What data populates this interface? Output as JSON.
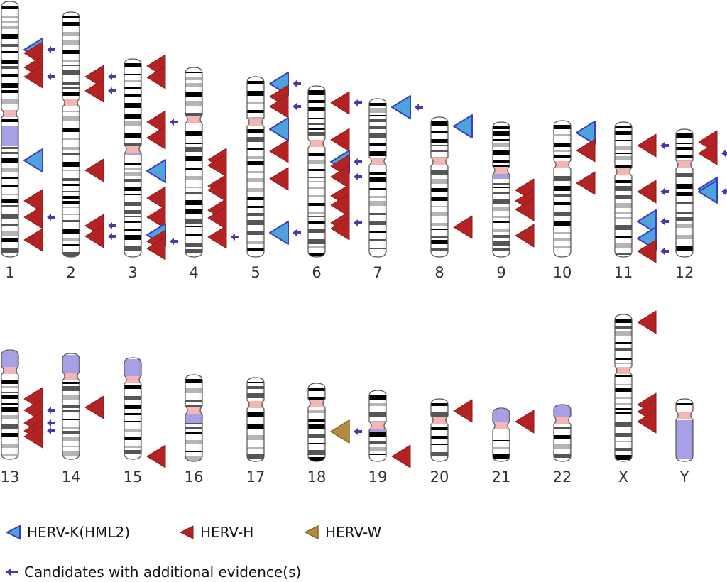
{
  "colors": {
    "herv_k": "#4fa3dd",
    "herv_k_border": "#3a3ec0",
    "herv_h": "#b42323",
    "herv_w": "#b38a3e",
    "evidence_arrow": "#4a3aa8",
    "centromere": "#f4b5b5",
    "heterochromatin": "#a7a0e6",
    "band_dark": "#000000",
    "band_gray": "#8a8a8a"
  },
  "legend": {
    "herv_k": {
      "label": "HERV-K(HML2)",
      "icon": "blue-left-triangle"
    },
    "herv_h": {
      "label": "HERV-H",
      "icon": "red-left-triangle"
    },
    "herv_w": {
      "label": "HERV-W",
      "icon": "tan-left-triangle"
    },
    "evidence": {
      "label": "Candidates with additional evidence(s)",
      "icon": "purple-left-arrow"
    }
  },
  "chromosomes": [
    {
      "name": "1"
    },
    {
      "name": "2"
    },
    {
      "name": "3"
    },
    {
      "name": "4"
    },
    {
      "name": "5"
    },
    {
      "name": "6"
    },
    {
      "name": "7"
    },
    {
      "name": "8"
    },
    {
      "name": "9"
    },
    {
      "name": "10"
    },
    {
      "name": "11"
    },
    {
      "name": "12"
    },
    {
      "name": "13"
    },
    {
      "name": "14"
    },
    {
      "name": "15"
    },
    {
      "name": "16"
    },
    {
      "name": "17"
    },
    {
      "name": "18"
    },
    {
      "name": "19"
    },
    {
      "name": "20"
    },
    {
      "name": "21"
    },
    {
      "name": "22"
    },
    {
      "name": "X"
    },
    {
      "name": "Y"
    }
  ]
}
